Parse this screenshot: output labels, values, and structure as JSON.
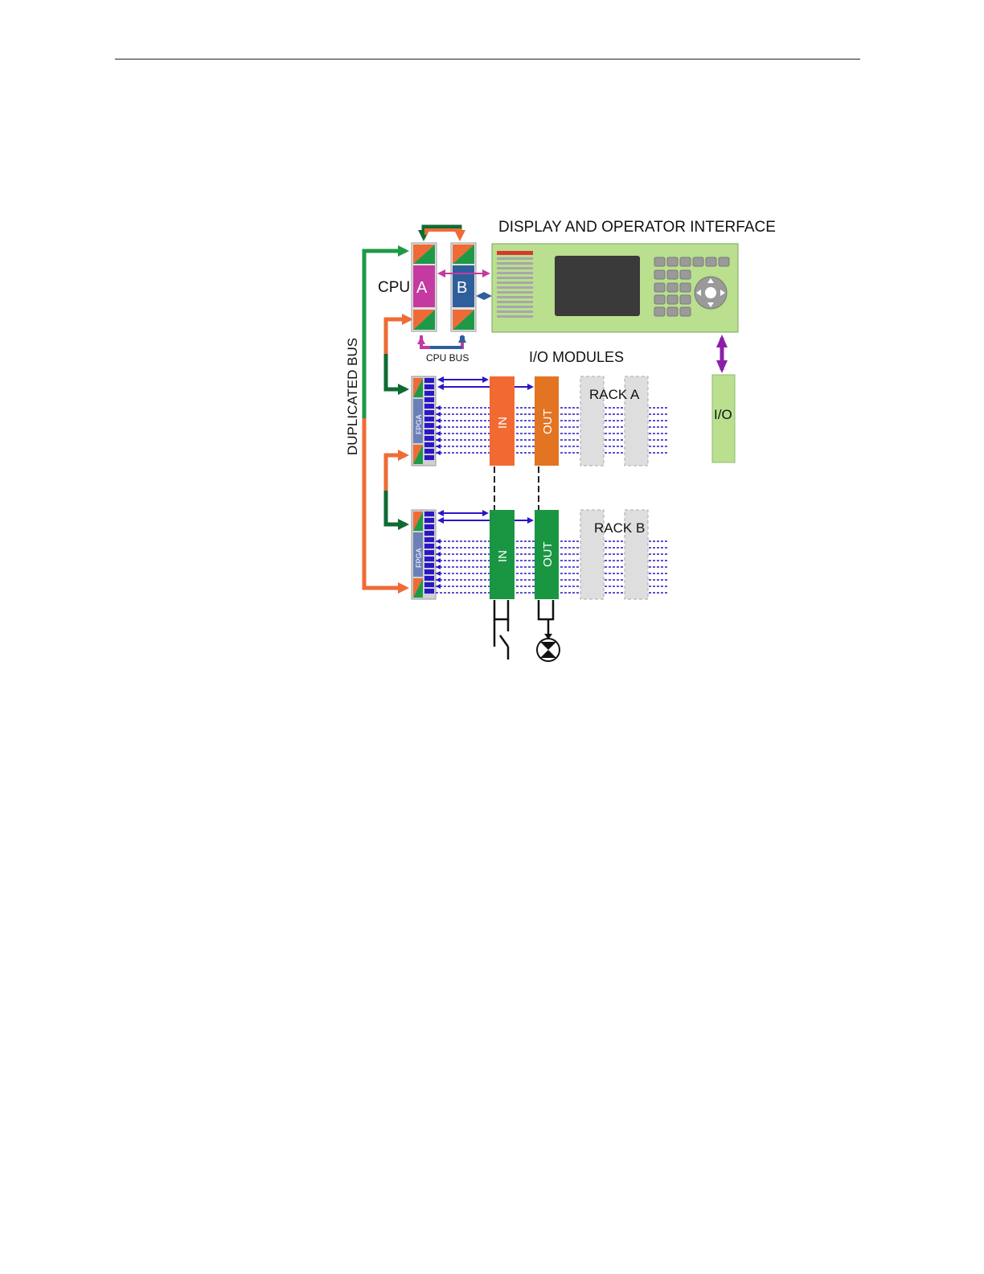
{
  "diagram": {
    "title": "DISPLAY AND OPERATOR INTERFACE",
    "cpu_label": "CPU",
    "cpu_a": "A",
    "cpu_b": "B",
    "cpu_bus_label": "CPU BUS",
    "io_modules_label": "I/O MODULES",
    "duplicated_bus_label": "DUPLICATED BUS",
    "rack_a_label": "RACK A",
    "rack_b_label": "RACK B",
    "fpga_label": "FPGA",
    "in_label": "IN",
    "out_label": "OUT",
    "io_label": "I/O"
  },
  "colors": {
    "green": "#1e9a46",
    "dark_green": "#0f6b33",
    "orange": "#ef6b36",
    "magenta": "#c43aa0",
    "blue": "#2e5f9c",
    "purple": "#8b1fa8",
    "indigo": "#2a16c8",
    "panel": "#b9df8f",
    "screen": "#3a3a3a",
    "in_a": "#f26a32",
    "out_a": "#e27422",
    "in_b": "#1a9642",
    "out_b": "#1a9642",
    "rack_gray": "#d9d9d9"
  },
  "icons": [
    "switch-icon",
    "lamp-icon",
    "dpad-icon"
  ]
}
